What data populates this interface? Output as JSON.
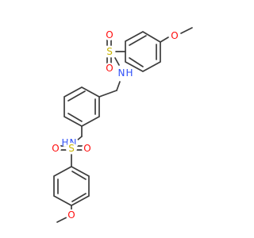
{
  "molecule": {
    "atom_labels": {
      "o_methoxy_top": "O",
      "s_top": "S",
      "o_s_top_upper": "O",
      "o_s_top_lower": "O",
      "n_top": "N",
      "h_top": "H",
      "n_bottom": "N",
      "h_bottom": "H",
      "s_bottom": "S",
      "o_s_bottom_left": "O",
      "o_s_bottom_right": "O",
      "o_methoxy_bottom": "O"
    },
    "colors": {
      "carbon_bond": "#3c3c3c",
      "oxygen": "#ff0d0d",
      "sulfur": "#c8b400",
      "nitrogen": "#3050f8"
    }
  }
}
